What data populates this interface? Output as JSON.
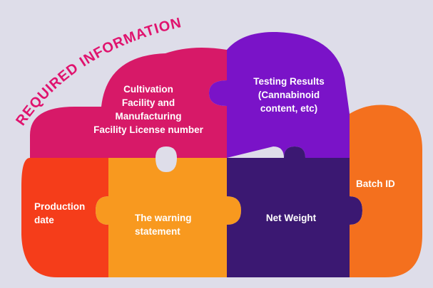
{
  "title": "REQUIRED INFORMATION",
  "colors": {
    "background": "#dedde9",
    "title": "#e0136e",
    "license": "#d71968",
    "testing": "#7a13c8",
    "production": "#f53d1a",
    "warning": "#f8991f",
    "net_weight": "#3b1872",
    "batch": "#f4701e"
  },
  "pieces": {
    "license": {
      "label": "Cultivation\nFacility and\nManufacturing\nFacility License number",
      "color": "#d71968"
    },
    "testing": {
      "label": "Testing Results\n(Cannabinoid\ncontent, etc)",
      "color": "#7a13c8"
    },
    "production": {
      "label": "Production\ndate",
      "color": "#f53d1a"
    },
    "warning": {
      "label": "The warning\nstatement",
      "color": "#f8991f"
    },
    "net_weight": {
      "label": "Net Weight",
      "color": "#3b1872"
    },
    "batch": {
      "label": "Batch ID",
      "color": "#f4701e"
    }
  }
}
